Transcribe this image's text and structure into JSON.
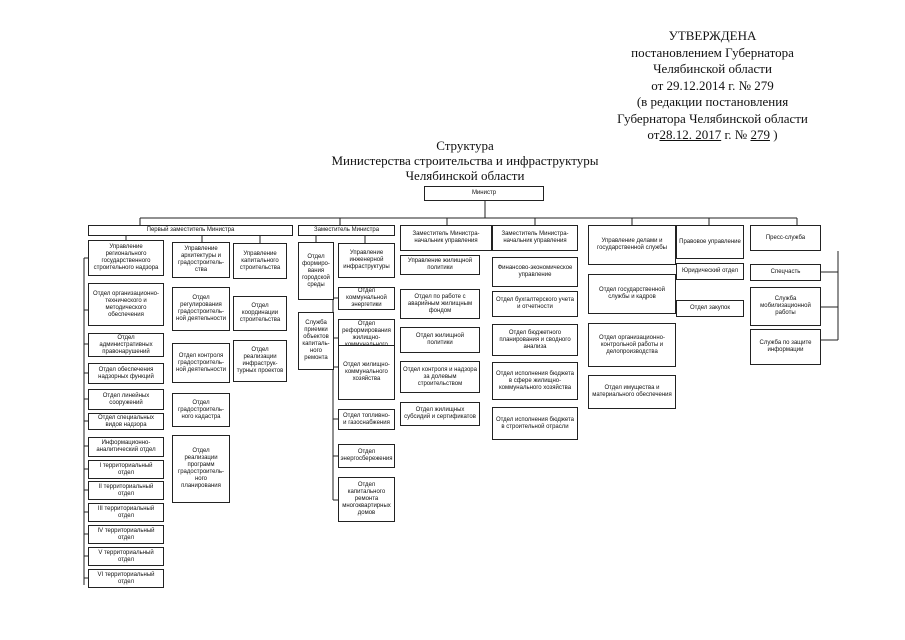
{
  "approval": {
    "line1": "УТВЕРЖДЕНА",
    "line2": "постановлением Губернатора",
    "line3": "Челябинской области",
    "line4": "от 29.12.2014 г. № 279",
    "line5": "(в редакции постановления",
    "line6": "Губернатора Челябинской области",
    "line7_prefix": "от",
    "line7_date": "28.12. 2017",
    "line7_mid": "г. №",
    "line7_num": "279",
    "line7_suffix": ")"
  },
  "title": {
    "line1": "Структура",
    "line2": "Министерства строительства и инфраструктуры",
    "line3": "Челябинской области"
  },
  "org": {
    "minister": "Министр",
    "first_deputy": "Первый заместитель Министра",
    "deputy": "Заместитель Министра",
    "deputy_head_1": "Заместитель Министра-начальник управления",
    "deputy_head_2": "Заместитель Министра-начальник управления",
    "personnel_dept": "Управление делами и государственной службы",
    "legal_dept": "Правовое управление",
    "press_service": "Пресс-служба",
    "fd_col1": [
      "Управление регионального государственного строительного надзора",
      "Отдел организационно-технического и методического обеспечения",
      "Отдел административных правонарушений",
      "Отдел обеспечения надзорных функций",
      "Отдел линейных сооружений",
      "Отдел специальных видов надзора",
      "Информационно-аналитический отдел",
      "I территориальный отдел",
      "II территориальный отдел",
      "III территориальный отдел",
      "IV территориальный отдел",
      "V территориальный отдел",
      "VI территориальный отдел"
    ],
    "fd_col2": [
      "Управление архитектуры и градостроитель-ства",
      "Отдел регулирования градостроитель-ной деятельности",
      "Отдел контроля градостроитель-ной деятельности",
      "Отдел градостроитель-ного кадастра",
      "Отдел реализации программ градостроитель-ного планирования"
    ],
    "fd_col3": [
      "Управление капитального строительства",
      "Отдел координации строительства",
      "Отдел реализации инфраструк-турных проектов"
    ],
    "dep_col1": [
      "Отдел формиро-вания городской среды",
      "Служба приемки объектов капиталь-ного ремонта"
    ],
    "dep_col2": [
      "Управление инженерной инфраструктуры",
      "Отдел коммунальной энергетики",
      "Отдел реформирования жилищно-коммунального хозяйства",
      "Отдел жилищно-коммунального хозяйства",
      "Отдел топливно- и газоснабжения",
      "Отдел энергосбережения",
      "Отдел капитального ремонта многоквартирных домов"
    ],
    "dh1_col": [
      "Управление жилищной политики",
      "Отдел по работе с аварийным жилищным фондом",
      "Отдел жилищной политики",
      "Отдел контроля и надзора за долевым строительством",
      "Отдел жилищных субсидий и сертификатов"
    ],
    "dh2_col": [
      "Финансово-экономическое управление",
      "Отдел бухгалтерского учета и отчетности",
      "Отдел бюджетного планирования и сводного анализа",
      "Отдел исполнения бюджета в сфере жилищно-коммунального хозяйства",
      "Отдел исполнения бюджета в строительной отрасли"
    ],
    "pers_col": [
      "Отдел государственной службы и кадров",
      "Отдел организационно-контрольной работы и делопроизводства",
      "Отдел имущества и материального обеспечения"
    ],
    "legal_col": [
      "Юридический отдел",
      "Отдел закупок"
    ],
    "press_col": [
      "Спецчасть",
      "Служба мобилизационной работы",
      "Служба по защите информации"
    ]
  }
}
